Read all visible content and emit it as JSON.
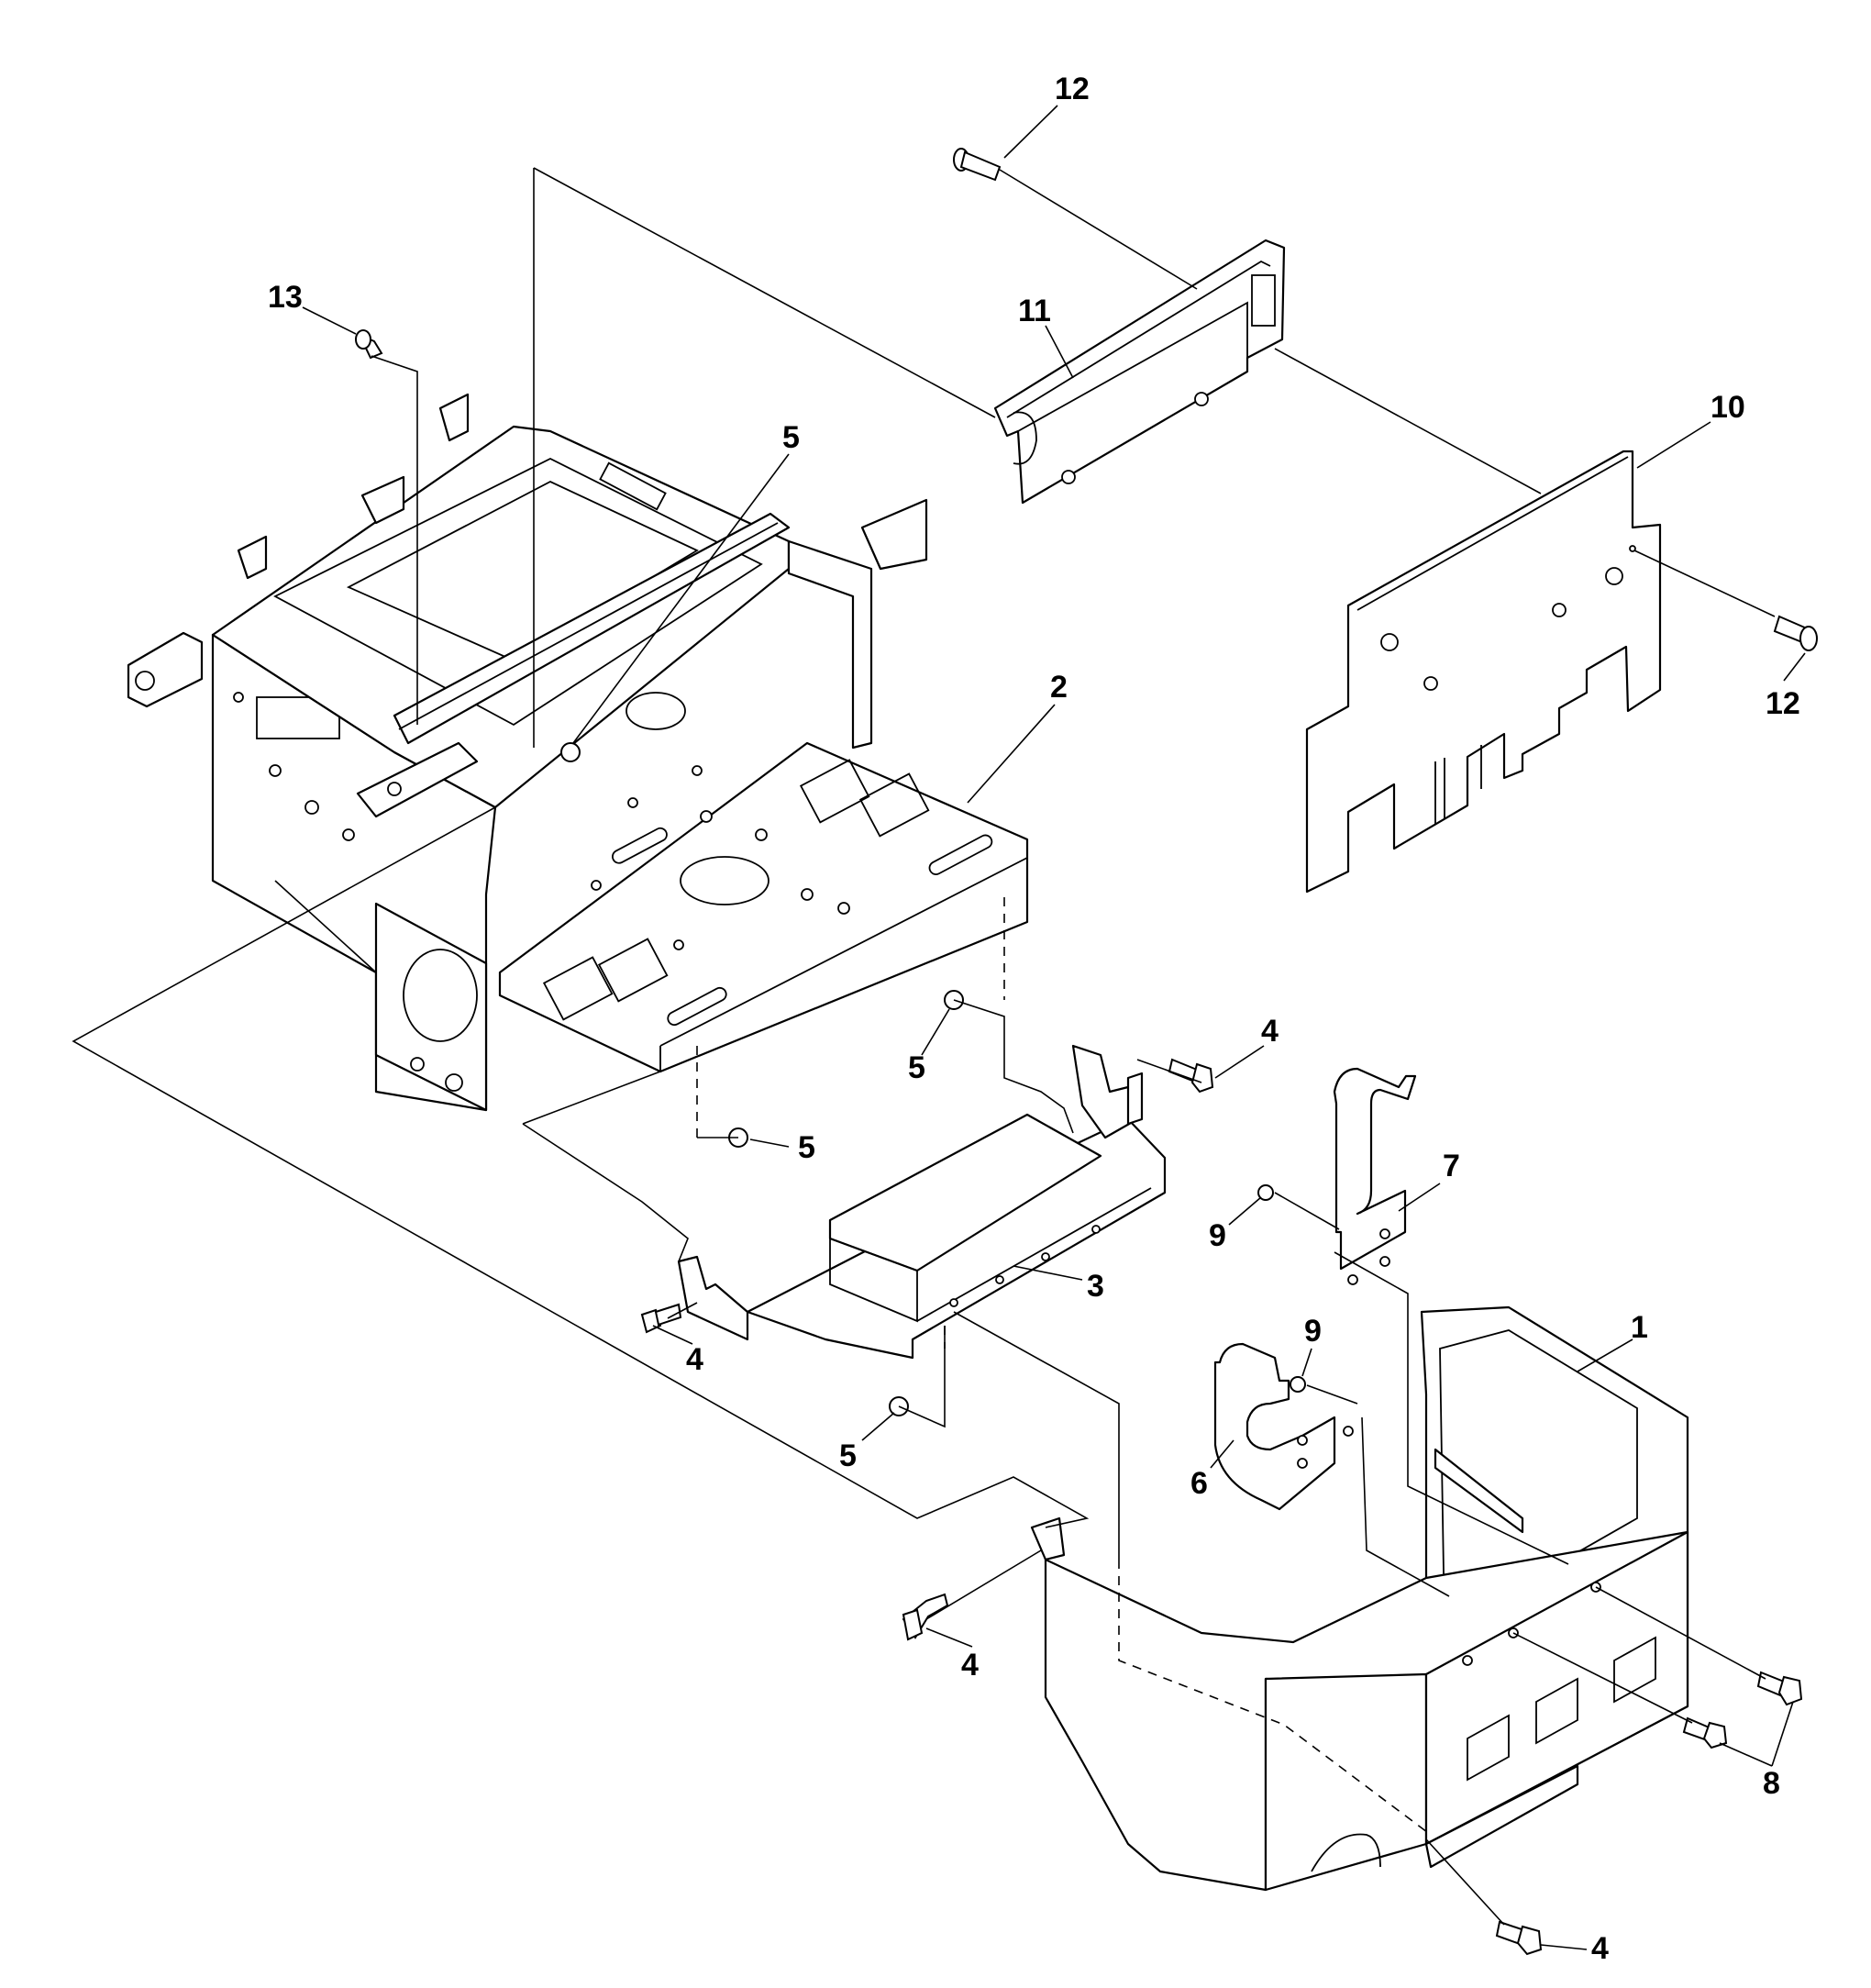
{
  "diagram": {
    "callouts": [
      {
        "id": "c-12-top",
        "label": "12"
      },
      {
        "id": "c-13",
        "label": "13"
      },
      {
        "id": "c-11",
        "label": "11"
      },
      {
        "id": "c-10",
        "label": "10"
      },
      {
        "id": "c-5-top",
        "label": "5"
      },
      {
        "id": "c-12-right",
        "label": "12"
      },
      {
        "id": "c-2",
        "label": "2"
      },
      {
        "id": "c-4-upper",
        "label": "4"
      },
      {
        "id": "c-5-mid",
        "label": "5"
      },
      {
        "id": "c-7",
        "label": "7"
      },
      {
        "id": "c-5-lower",
        "label": "5"
      },
      {
        "id": "c-9-upper",
        "label": "9"
      },
      {
        "id": "c-3",
        "label": "3"
      },
      {
        "id": "c-4-left",
        "label": "4"
      },
      {
        "id": "c-9-lower",
        "label": "9"
      },
      {
        "id": "c-1",
        "label": "1"
      },
      {
        "id": "c-5-bottom",
        "label": "5"
      },
      {
        "id": "c-6",
        "label": "6"
      },
      {
        "id": "c-4-bottom",
        "label": "4"
      },
      {
        "id": "c-8",
        "label": "8"
      },
      {
        "id": "c-4-bottom-right",
        "label": "4"
      }
    ]
  }
}
